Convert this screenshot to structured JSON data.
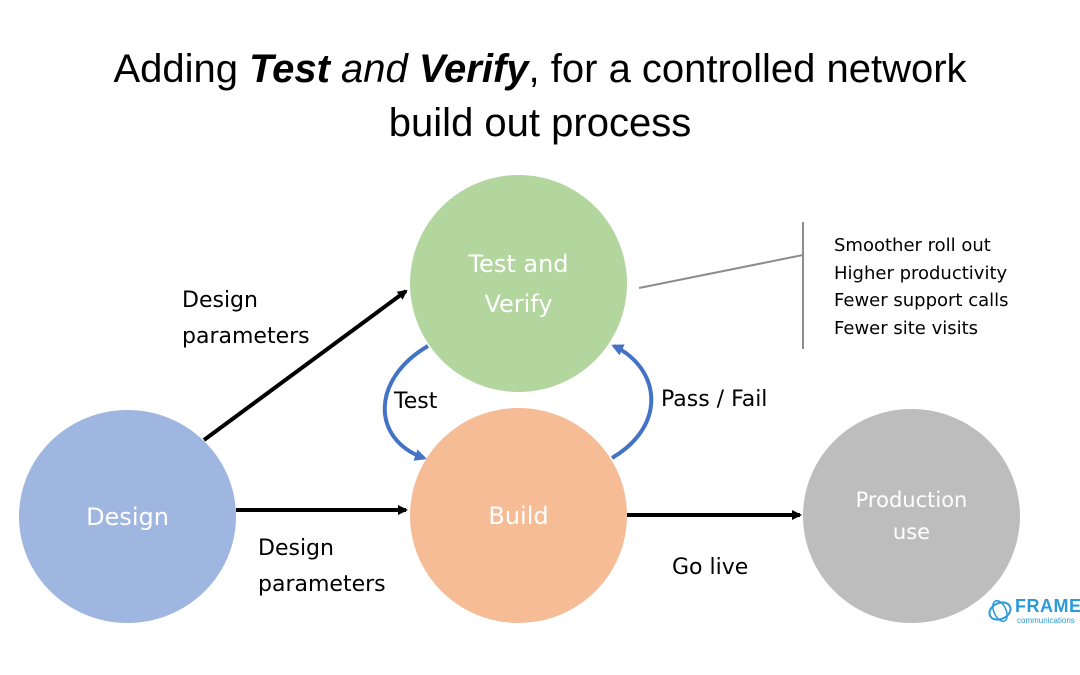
{
  "title": {
    "part1": "Adding ",
    "part2": "Test",
    "part3": " and ",
    "part4": "Verify",
    "part5": ", for a controlled network",
    "line2": "build out process"
  },
  "nodes": {
    "design": "Design",
    "test_verify_line1": "Test and",
    "test_verify_line2": "Verify",
    "build": "Build",
    "production_line1": "Production",
    "production_line2": "use"
  },
  "edges": {
    "design_to_test_line1": "Design",
    "design_to_test_line2": "parameters",
    "design_to_build_line1": "Design",
    "design_to_build_line2": "parameters",
    "test": "Test",
    "pass_fail": "Pass / Fail",
    "go_live": "Go live"
  },
  "benefits": [
    "Smoother roll out",
    "Higher productivity",
    "Fewer support calls",
    "Fewer site visits"
  ],
  "logo": {
    "name": "FRAME",
    "sub": "communications"
  },
  "colors": {
    "design": "#9fb6e0",
    "test_verify": "#b3d59e",
    "build": "#f5bc96",
    "production": "#bdbdbd",
    "loop_arrow": "#4472c4",
    "logo": "#2a9bd8"
  }
}
